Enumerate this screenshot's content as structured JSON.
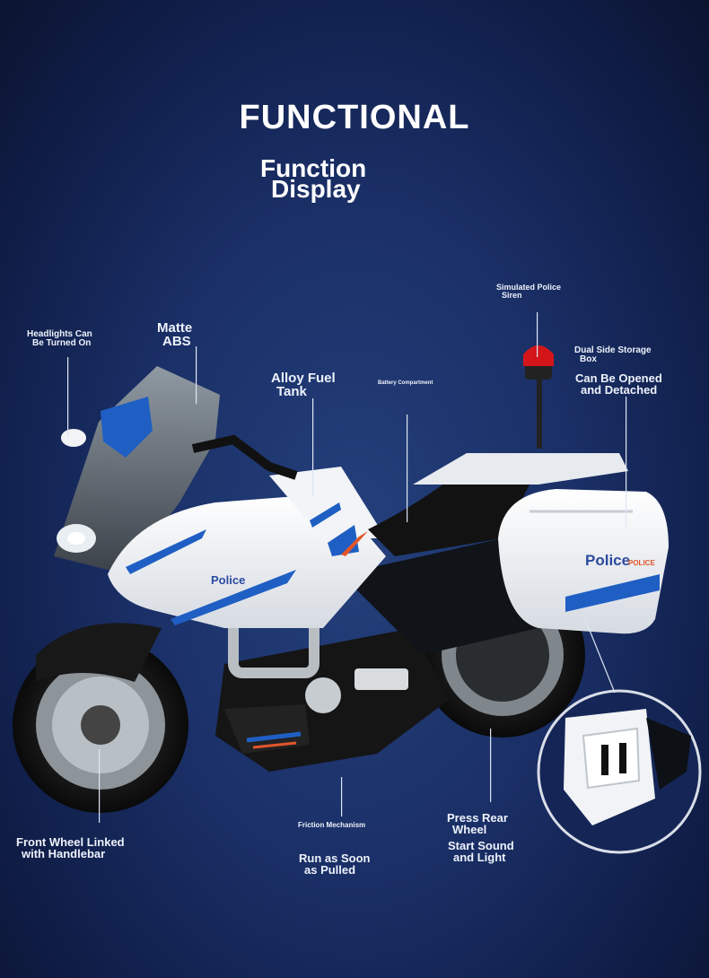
{
  "header": {
    "title": "FUNCTIONAL",
    "subtitle_line1": "Function",
    "subtitle_line2": "Display"
  },
  "labels": {
    "headlights": [
      "Headlights Can",
      "Be Turned On"
    ],
    "matte_abs": [
      "Matte",
      "ABS"
    ],
    "alloy_tank": [
      "Alloy Fuel",
      "Tank"
    ],
    "battery": "Battery Compartment",
    "siren": [
      "Simulated Police",
      "Siren"
    ],
    "storage": [
      "Dual Side Storage",
      "Box"
    ],
    "opened": [
      "Can Be Opened",
      "and Detached"
    ],
    "front_wheel": [
      "Front Wheel Linked",
      "with Handlebar"
    ],
    "friction": "Friction Mechanism",
    "run": [
      "Run as Soon",
      "as Pulled"
    ],
    "press_rear": [
      "Press Rear",
      "Wheel"
    ],
    "start_sound": [
      "Start Sound",
      "and Light"
    ]
  },
  "bike": {
    "fairing_text": "Police",
    "box_text": "Police",
    "box_subtext": "POLICE"
  },
  "colors": {
    "accent_blue": "#1f5fc4",
    "accent_orange": "#e2562a",
    "siren_red": "#d4161b"
  }
}
